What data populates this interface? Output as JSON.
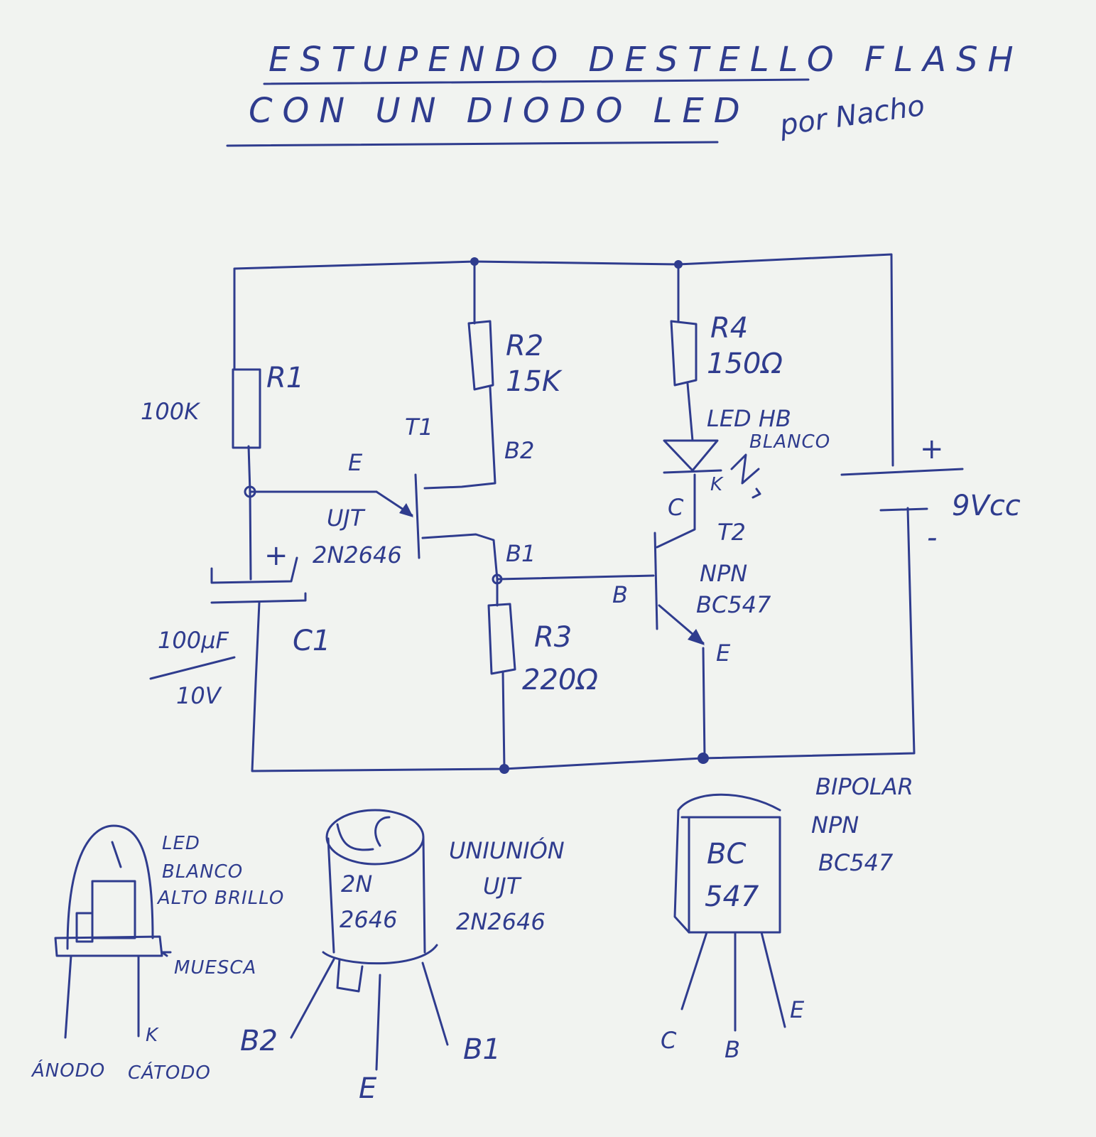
{
  "title": {
    "line1": "ESTUPENDO DESTELLO FLASH",
    "line2": "CON UN DIODO LED",
    "author": "por Nacho"
  },
  "schematic": {
    "r1": {
      "name": "R1",
      "value": "100K"
    },
    "r2": {
      "name": "R2",
      "value": "15K"
    },
    "r3": {
      "name": "R3",
      "value": "220Ω"
    },
    "r4": {
      "name": "R4",
      "value": "150Ω"
    },
    "c1": {
      "name": "C1",
      "value": "100µF",
      "voltage": "10V",
      "polarity": "+"
    },
    "t1": {
      "name": "T1",
      "type": "UJT",
      "model": "2N2646",
      "pin_e": "E",
      "pin_b1": "B1",
      "pin_b2": "B2"
    },
    "t2": {
      "name": "T2",
      "type": "NPN",
      "model": "BC547",
      "pin_b": "B",
      "pin_c": "C",
      "pin_e": "E"
    },
    "led": {
      "label": "LED HB",
      "color": "BLANCO",
      "pin_k": "K"
    },
    "battery": {
      "voltage": "9Vcc",
      "plus": "+",
      "minus": "-"
    }
  },
  "pinouts": {
    "led": {
      "line1": "LED",
      "line2": "BLANCO",
      "line3": "ALTO BRILLO",
      "notch": "MUESCA",
      "anode": "ÁNODO",
      "cathode": "CÁTODO",
      "k": "K"
    },
    "ujt": {
      "line1": "UNIUNIÓN",
      "line2": "UJT",
      "line3": "2N2646",
      "body1": "2N",
      "body2": "2646",
      "b1": "B1",
      "b2": "B2",
      "e": "E"
    },
    "bjt": {
      "line1": "BIPOLAR",
      "line2": "NPN",
      "line3": "BC547",
      "body1": "BC",
      "body2": "547",
      "c": "C",
      "b": "B",
      "e": "E"
    }
  },
  "colors": {
    "ink": "#2f3c8e",
    "paper": "#f1f3f0"
  }
}
